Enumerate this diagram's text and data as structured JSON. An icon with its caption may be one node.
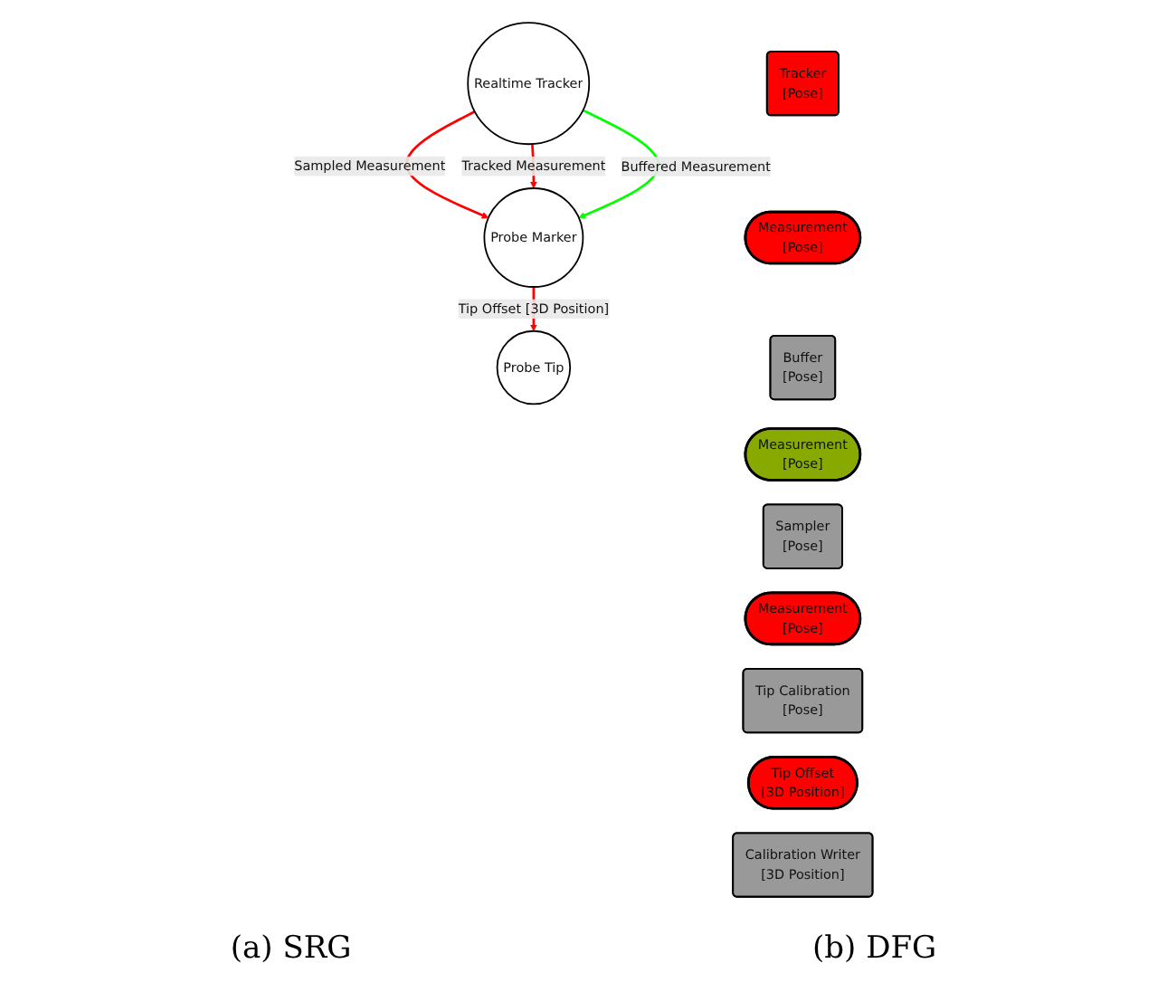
{
  "diagram": {
    "nodes": [
      {
        "text": [
          "Realtime Tracker"
        ]
      },
      {
        "text": [
          "Probe Marker"
        ]
      },
      {
        "text": [
          "Probe Tip"
        ]
      },
      {
        "text": [
          "Tracker",
          "[Pose]"
        ]
      },
      {
        "text": [
          "Measurement",
          "[Pose]"
        ]
      },
      {
        "text": [
          "Buffer",
          "[Pose]"
        ]
      },
      {
        "text": [
          "Measurement",
          "[Pose]"
        ]
      },
      {
        "text": [
          "Sampler",
          "[Pose]"
        ]
      },
      {
        "text": [
          "Measurement",
          "[Pose]"
        ]
      },
      {
        "text": [
          "Tip Calibration",
          "[Pose]"
        ]
      },
      {
        "text": [
          "Tip Offset",
          "[3D Position]"
        ]
      },
      {
        "text": [
          "Calibration Writer",
          "[3D Position]"
        ]
      }
    ],
    "edges": [
      {
        "from": 0,
        "to": 1,
        "arrow": "to",
        "label": "Sampled Measurement"
      },
      {
        "from": 0,
        "to": 1,
        "arrow": "to",
        "label": "Tracked Measurement"
      },
      {
        "from": 0,
        "to": 1,
        "arrow": "to",
        "label": "Buffered Measurement",
        "color": "#00ff00"
      },
      {
        "from": 1,
        "to": 2,
        "arrow": "to",
        "label": "Tip Offset [3D Position]"
      }
    ],
    "labels": [
      "(a) SRG",
      "(b) DFG"
    ]
  }
}
